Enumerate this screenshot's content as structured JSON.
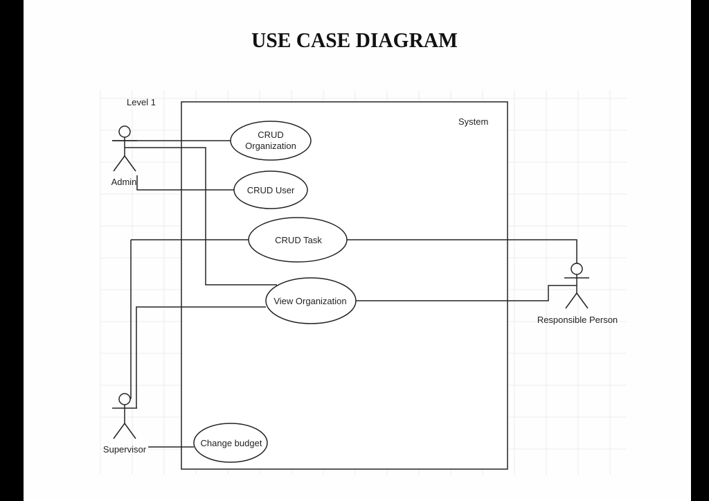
{
  "title": "USE CASE DIAGRAM",
  "diagram": {
    "level_label": "Level 1",
    "system_label": "System",
    "actors": {
      "admin": "Admin",
      "supervisor": "Supervisor",
      "responsible_person": "Responsible Person"
    },
    "use_cases": {
      "crud_org_line1": "CRUD",
      "crud_org_line2": "Organization",
      "crud_user": "CRUD User",
      "crud_task": "CRUD Task",
      "view_org": "View Organization",
      "change_budget": "Change budget"
    },
    "associations": [
      {
        "actor": "Admin",
        "use_case": "CRUD Organization"
      },
      {
        "actor": "Admin",
        "use_case": "CRUD User"
      },
      {
        "actor": "Admin",
        "use_case": "View Organization"
      },
      {
        "actor": "Supervisor",
        "use_case": "CRUD Task"
      },
      {
        "actor": "Supervisor",
        "use_case": "View Organization"
      },
      {
        "actor": "Supervisor",
        "use_case": "Change budget"
      },
      {
        "actor": "Responsible Person",
        "use_case": "CRUD Task"
      },
      {
        "actor": "Responsible Person",
        "use_case": "View Organization"
      }
    ]
  }
}
